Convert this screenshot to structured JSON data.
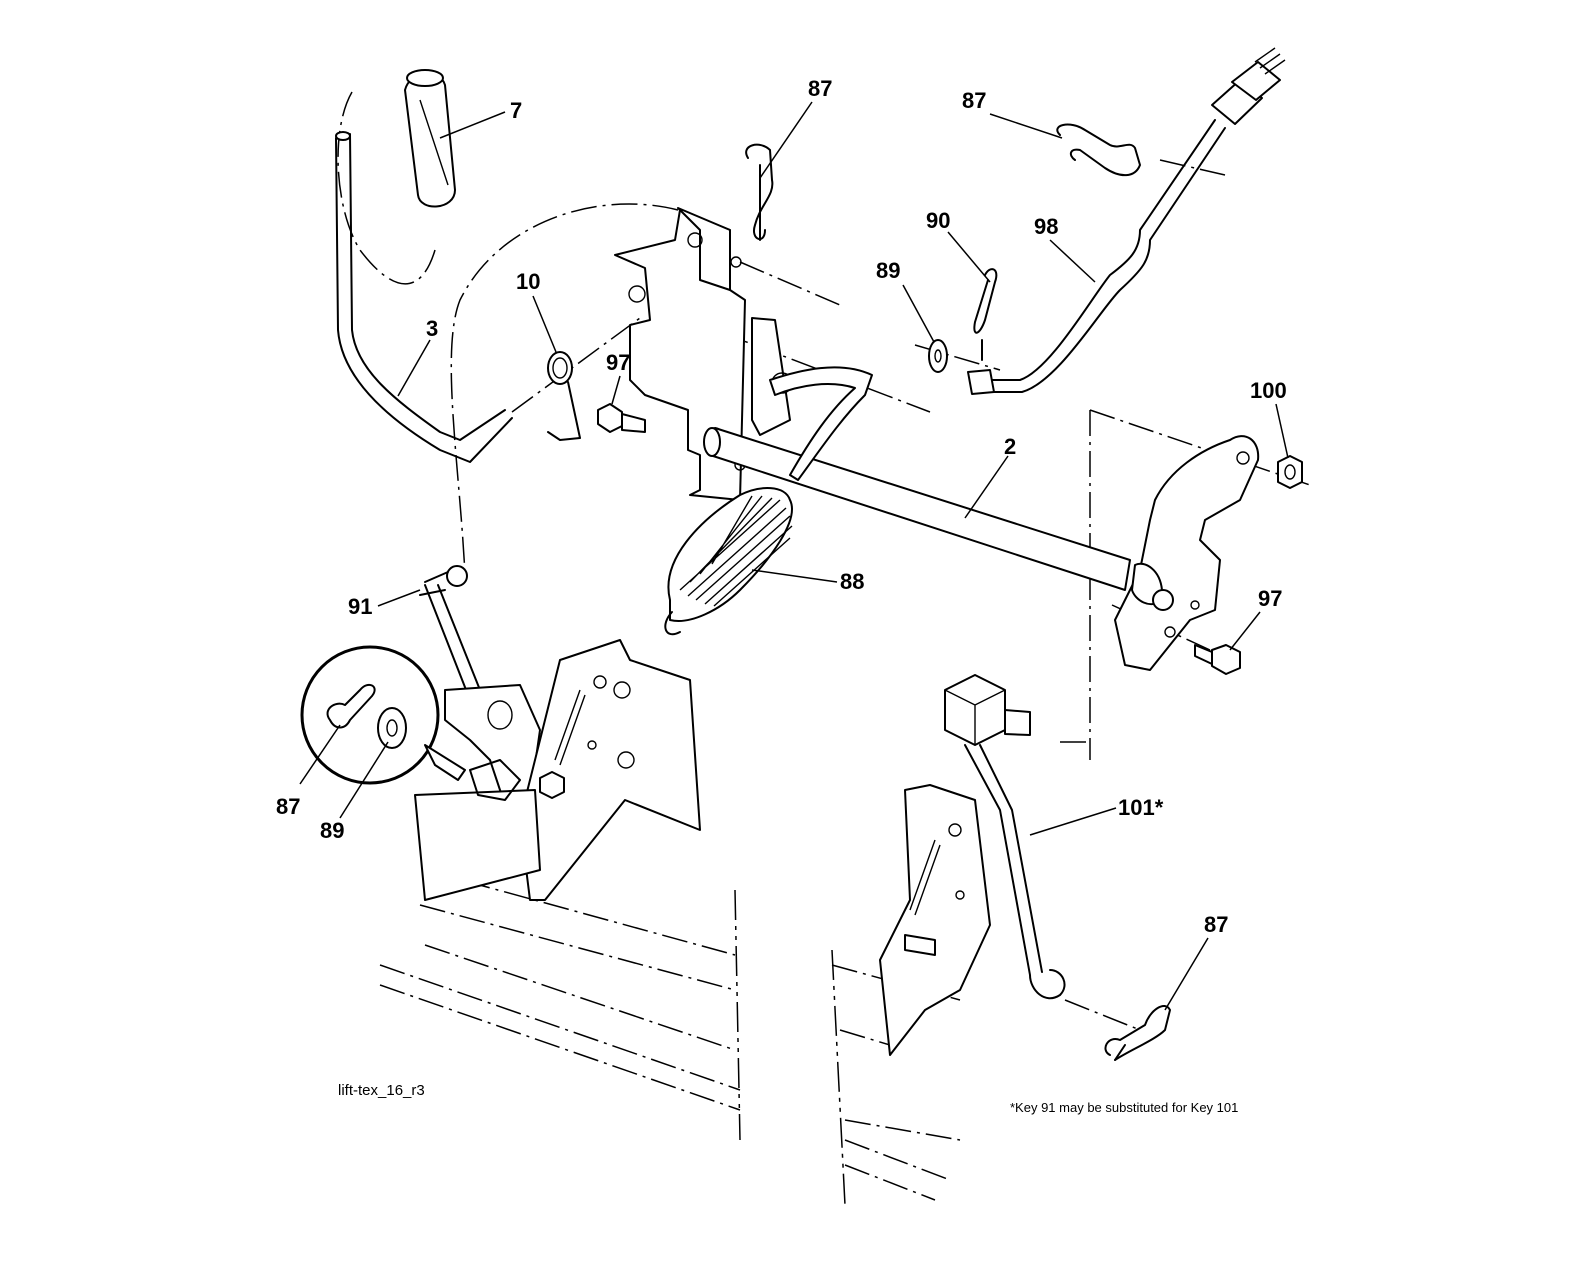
{
  "diagram": {
    "callouts": {
      "c7": "7",
      "c87_top": "87",
      "c87_topright": "87",
      "c90": "90",
      "c98": "98",
      "c89_top": "89",
      "c10": "10",
      "c3": "3",
      "c97_left": "97",
      "c100": "100",
      "c2": "2",
      "c88": "88",
      "c91": "91",
      "c97_right": "97",
      "c87_detail": "87",
      "c89_detail": "89",
      "c101": "101*",
      "c87_bottom": "87"
    },
    "drawing_id": "lift-tex_16_r3",
    "footnote": "*Key 91 may be substituted for Key 101"
  }
}
